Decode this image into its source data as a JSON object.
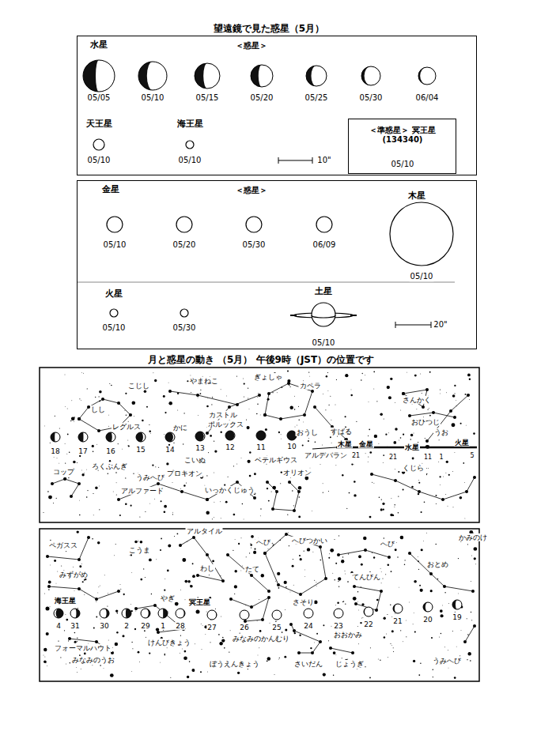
{
  "diagram": {
    "title": "望遠鏡で見た惑星（5月）",
    "nodes": [
      {
        "text": [
          "＜惑星＞"
        ]
      },
      {
        "text": [
          "＜準惑星＞ 冥王星(134340)",
          "05/10"
        ],
        "in": 0
      },
      {
        "text": [
          "＜惑星＞"
        ]
      }
    ],
    "labels": [
      "水星",
      "05/05",
      "05/10",
      "05/15",
      "05/20",
      "05/25",
      "05/30",
      "06/04",
      "天王星",
      "05/10",
      "海王星",
      "05/10",
      "10\"",
      "金星",
      "05/10",
      "05/20",
      "05/30",
      "06/09",
      "木星",
      "05/10",
      "火星",
      "05/10",
      "05/30",
      "土星",
      "05/10",
      "20\"",
      "月と惑星の動き （5月） 午後9時（JST）の位置です",
      "こじし",
      "やまねこ",
      "ぎょしゃ",
      "カペラ",
      "さんかく",
      "しし",
      "カストル",
      "ポルックス",
      "レグルス",
      "かに",
      "おうし",
      "すばる",
      "おひつじ",
      "うお",
      "木星",
      "金星",
      "アルデバラン",
      "水星",
      "火星",
      "くじら",
      "コップ",
      "ろくぶんぎ",
      "うみへび",
      "アルファード",
      "こいぬ",
      "プロキオン",
      "いっかくじゅう",
      "ベテルギウス",
      "オリオン",
      "18",
      "17",
      "16",
      "15",
      "14",
      "13",
      "12",
      "11",
      "10",
      "21",
      "21",
      "11",
      "1",
      "5",
      "かみのけ",
      "ペガスス",
      "こうま",
      "アルタイル",
      "わし",
      "へび",
      "へびつかい",
      "へび",
      "たて",
      "おとめ",
      "てんびん",
      "みずがめ",
      "やぎ",
      "冥王星",
      "海王星",
      "さそり",
      "おおかみ",
      "みなみのかんむり",
      "フォーマルハウト",
      "みなみのうお",
      "けんびきょう",
      "ぼうえんきょう",
      "さいだん",
      "じょうぎ",
      "うみへび",
      "4",
      "31",
      "30",
      "2",
      "29",
      "1",
      "28",
      "27",
      "26",
      "25",
      "24",
      "23",
      "22",
      "21",
      "20",
      "19"
    ]
  }
}
